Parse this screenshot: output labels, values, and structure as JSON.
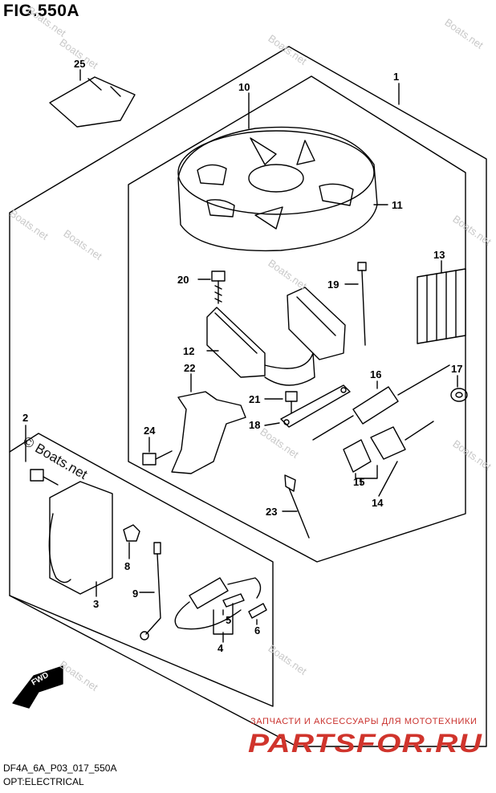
{
  "figure": {
    "title": "FIG.550A",
    "code": "DF4A_6A_P03_017_550A",
    "description": "OPT:ELECTRICAL"
  },
  "callouts": [
    "1",
    "2",
    "3",
    "4",
    "5",
    "6",
    "8",
    "9",
    "10",
    "11",
    "12",
    "13",
    "14",
    "15",
    "16",
    "17",
    "18",
    "19",
    "20",
    "21",
    "22",
    "23",
    "24",
    "25"
  ],
  "watermark": {
    "text": "Boats.net",
    "main_text": "© Boats.net"
  },
  "fwd_label": "FWD",
  "brand": {
    "tagline": "ЗАПЧАСТИ И АКСЕССУАРЫ ДЛЯ МОТОТЕХНИКИ",
    "logo_text": "PARTSFOR.RU",
    "color": "#d0342c"
  }
}
